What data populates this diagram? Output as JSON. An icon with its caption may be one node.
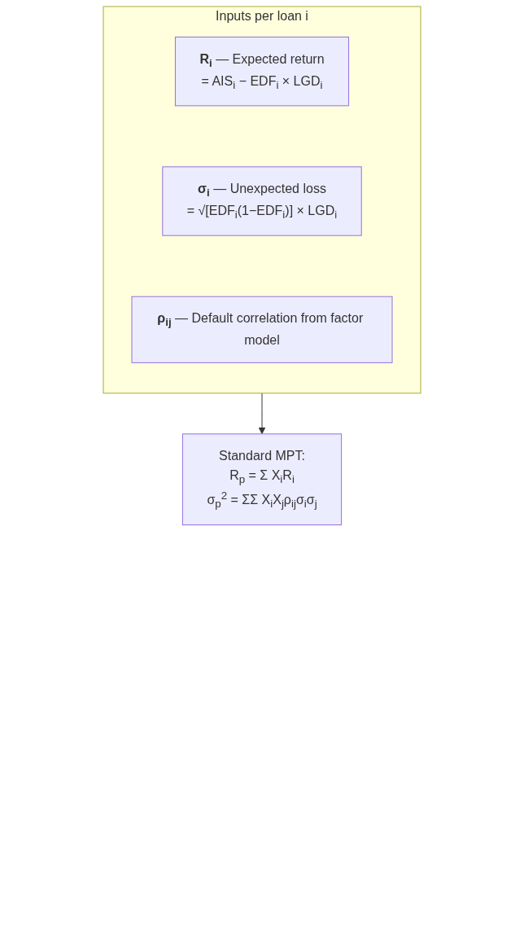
{
  "diagram": {
    "nodes": [
      {
        "text": [
          "Inputs per loan i"
        ]
      },
      {
        "text": [
          "**R$_{i}$** — Expected return",
          "= AIS$_{i}$ − EDF$_{i}$ × LGD$_{i}$"
        ],
        "in": 0
      },
      {
        "text": [
          "**σ$_{i}$** — Unexpected loss",
          "= √[EDF$_{i}$(1−EDF$_{i}$)] × LGD$_{i}$"
        ],
        "in": 0
      },
      {
        "text": [
          "**ρ$_{ij}$** — Default correlation from factor model"
        ],
        "in": 0
      },
      {
        "text": [
          "Standard MPT:",
          "R$_{p}$ = Σ X$_{i}$R$_{i}$",
          "σ$_{p}$$^{2}$ = ΣΣ X$_{i}$X$_{j}$ρ$_{ij}$σ$_{i}$σ$_{j}$"
        ]
      }
    ],
    "edges": [
      {
        "from": 0,
        "to": 4,
        "arrow": "to"
      }
    ]
  }
}
